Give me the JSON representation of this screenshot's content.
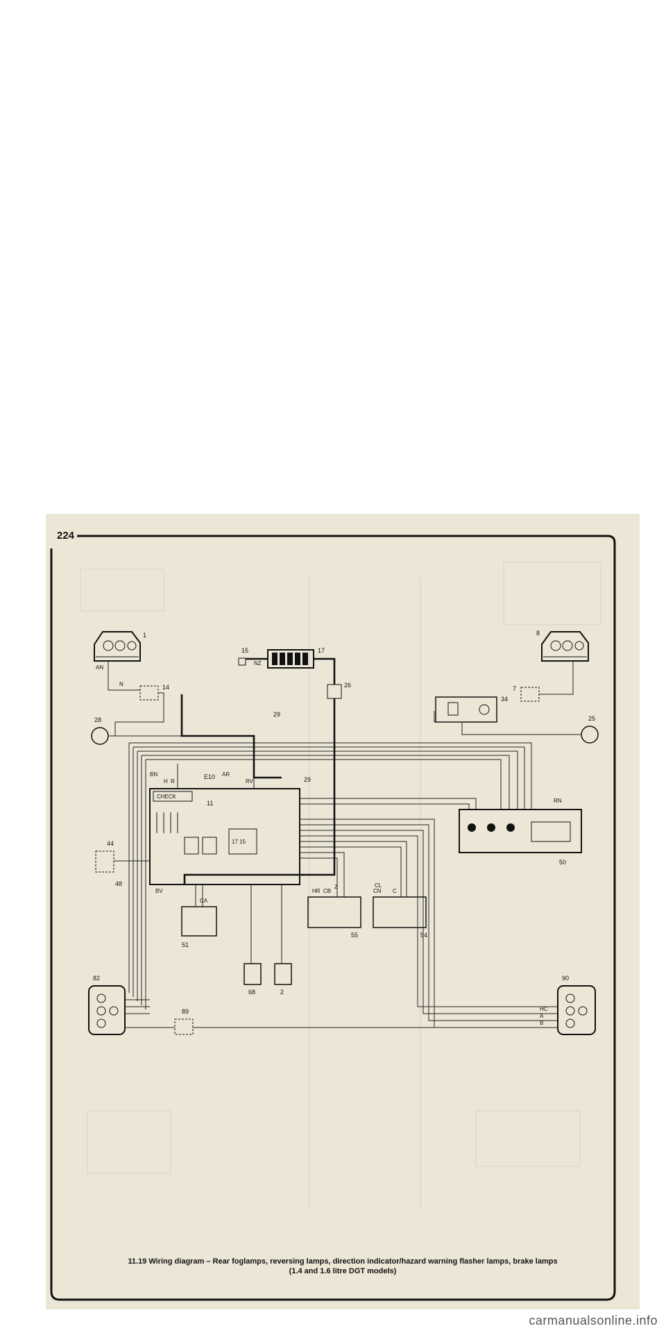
{
  "page": {
    "number": "224",
    "caption_line1": "11.19 Wiring diagram – Rear foglamps, reversing lamps, direction indicator/hazard warning flasher lamps, brake lamps",
    "caption_line2": "(1.4 and 1.6 litre DGT models)"
  },
  "diagram": {
    "components": {
      "c1": "1",
      "c8": "8",
      "c14": "14",
      "c7": "7",
      "c15": "15",
      "c17": "17",
      "c26": "26",
      "c29": "29",
      "c34": "34",
      "c28": "28",
      "c25": "25",
      "c18": "E10",
      "c11": "11",
      "c44": "44",
      "c48": "48",
      "c50": "50",
      "c51": "51",
      "c55": "55",
      "c54": "54",
      "c68": "68",
      "c2": "2",
      "c82": "82",
      "c89": "89",
      "c90": "90",
      "check": "CHECK",
      "c1715": "17 15"
    },
    "wire_labels": [
      "AN",
      "N",
      "NZ",
      "H",
      "R",
      "AR",
      "BN",
      "RN",
      "RV",
      "BV",
      "HC",
      "HR",
      "CN",
      "CB",
      "CL",
      "CA",
      "A",
      "Z",
      "B",
      "C"
    ]
  },
  "watermark": "carmanualsonline.info"
}
